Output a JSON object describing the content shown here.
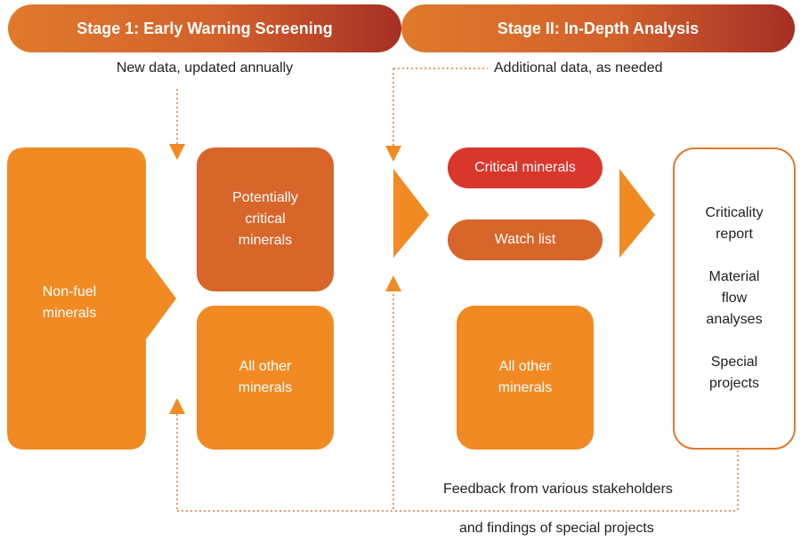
{
  "stage1": {
    "title": "Stage 1: Early Warning Screening",
    "caption": "New data, updated annually"
  },
  "stage2": {
    "title": "Stage II: In-Depth Analysis",
    "caption": "Additional data, as needed"
  },
  "boxes": {
    "non_fuel": "Non-fuel\nminerals",
    "potentially_critical": "Potentially\ncritical\nminerals",
    "all_other_1": "All other\nminerals",
    "critical": "Critical minerals",
    "watch_list": "Watch list",
    "all_other_2": "All other\nminerals"
  },
  "report": {
    "criticality": "Criticality\nreport",
    "material_flow": "Material\nflow\nanalyses",
    "special": "Special\nprojects"
  },
  "feedback": {
    "line1": "Feedback from various stakeholders",
    "line2": "and findings of special projects"
  },
  "colors": {
    "orange": "#f18a23",
    "dark_orange": "#d8652a",
    "red": "#d9372b",
    "dotted": "#e07a2c"
  }
}
